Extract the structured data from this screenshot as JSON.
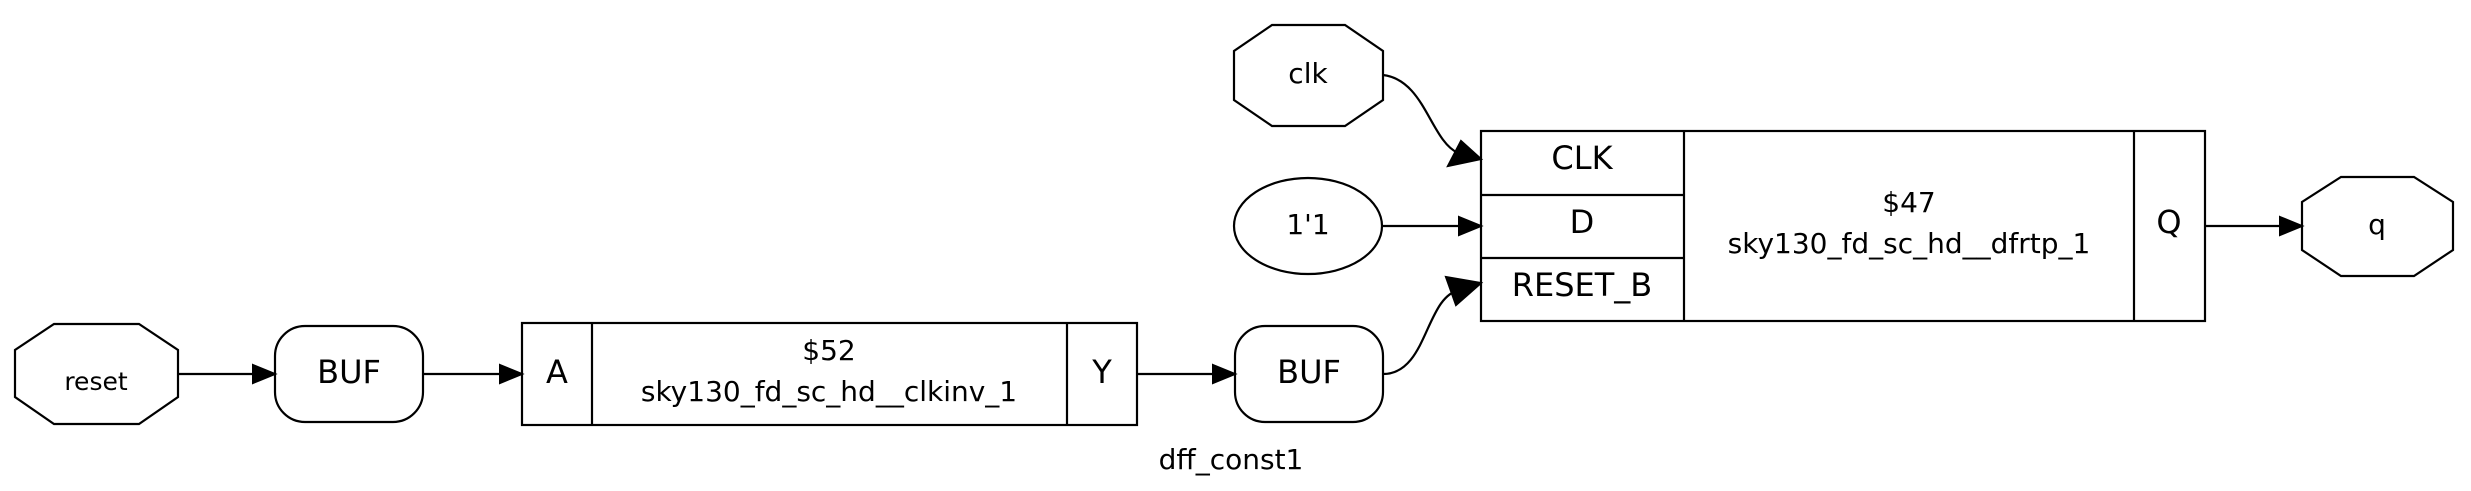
{
  "ports": {
    "reset": "reset",
    "clk": "clk",
    "q": "q"
  },
  "constant": "1'1",
  "buffers": {
    "buf1": "BUF",
    "buf2": "BUF"
  },
  "net_label": "dff_const1",
  "inverter": {
    "id": "$52",
    "cell": "sky130_fd_sc_hd__clkinv_1",
    "in_pin": "A",
    "out_pin": "Y"
  },
  "flipflop": {
    "id": "$47",
    "cell": "sky130_fd_sc_hd__dfrtp_1",
    "pins": {
      "clk": "CLK",
      "d": "D",
      "reset_b": "RESET_B",
      "q": "Q"
    }
  }
}
